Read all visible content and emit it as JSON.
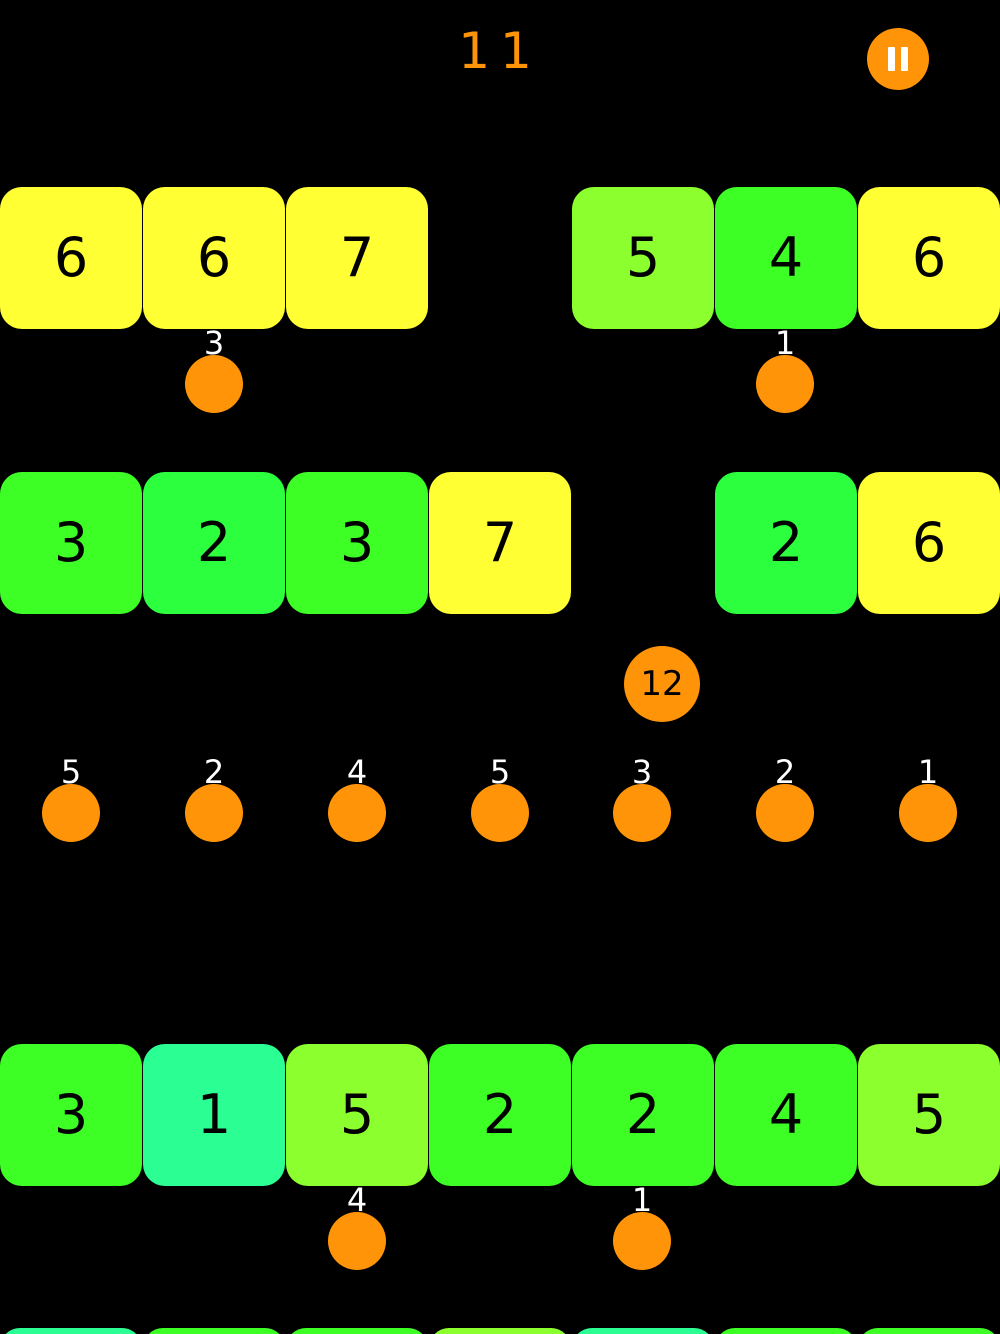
{
  "colors": {
    "background": "#000000",
    "accent": "#FF9408",
    "brick_yellow": "#FFFF33",
    "brick_lime": "#8CFF2E",
    "brick_green": "#3DFF26",
    "brick_bright_green": "#2BFF3E",
    "brick_teal": "#2BFF94"
  },
  "hud": {
    "score": "11",
    "pause_icon": "pause-icon"
  },
  "shooter": {
    "ball_count": "12"
  },
  "rows": [
    {
      "bricks": [
        {
          "value": "6",
          "color": "#FFFF33"
        },
        {
          "value": "6",
          "color": "#FFFF33"
        },
        {
          "value": "7",
          "color": "#FFFF33"
        },
        null,
        {
          "value": "5",
          "color": "#8CFF2E"
        },
        {
          "value": "4",
          "color": "#3DFF26"
        },
        {
          "value": "6",
          "color": "#FFFF33"
        }
      ]
    },
    {
      "bricks": [
        {
          "value": "3",
          "color": "#3DFF26"
        },
        {
          "value": "2",
          "color": "#2BFF3E"
        },
        {
          "value": "3",
          "color": "#3DFF26"
        },
        {
          "value": "7",
          "color": "#FFFF33"
        },
        null,
        {
          "value": "2",
          "color": "#2BFF3E"
        },
        {
          "value": "6",
          "color": "#FFFF33"
        }
      ]
    },
    {
      "bricks": [
        {
          "value": "3",
          "color": "#3DFF26"
        },
        {
          "value": "1",
          "color": "#2BFF94"
        },
        {
          "value": "5",
          "color": "#8CFF2E"
        },
        {
          "value": "2",
          "color": "#3DFF26"
        },
        {
          "value": "2",
          "color": "#3DFF26"
        },
        {
          "value": "4",
          "color": "#3DFF26"
        },
        {
          "value": "5",
          "color": "#8CFF2E"
        }
      ]
    }
  ],
  "pickups": {
    "under_row_1": [
      {
        "col": 1,
        "count": "3"
      },
      {
        "col": 5,
        "count": "1"
      }
    ],
    "ball_rack": [
      {
        "col": 0,
        "count": "5"
      },
      {
        "col": 1,
        "count": "2"
      },
      {
        "col": 2,
        "count": "4"
      },
      {
        "col": 3,
        "count": "5"
      },
      {
        "col": 4,
        "count": "3"
      },
      {
        "col": 5,
        "count": "2"
      },
      {
        "col": 6,
        "count": "1"
      }
    ],
    "under_row_3": [
      {
        "col": 2,
        "count": "4"
      },
      {
        "col": 4,
        "count": "1"
      }
    ]
  },
  "next_row_colors": [
    "#2BFF94",
    "#3DFF26",
    "#3DFF26",
    "#8CFF2E",
    "#2BFF94",
    "#3DFF26",
    "#3DFF26"
  ]
}
